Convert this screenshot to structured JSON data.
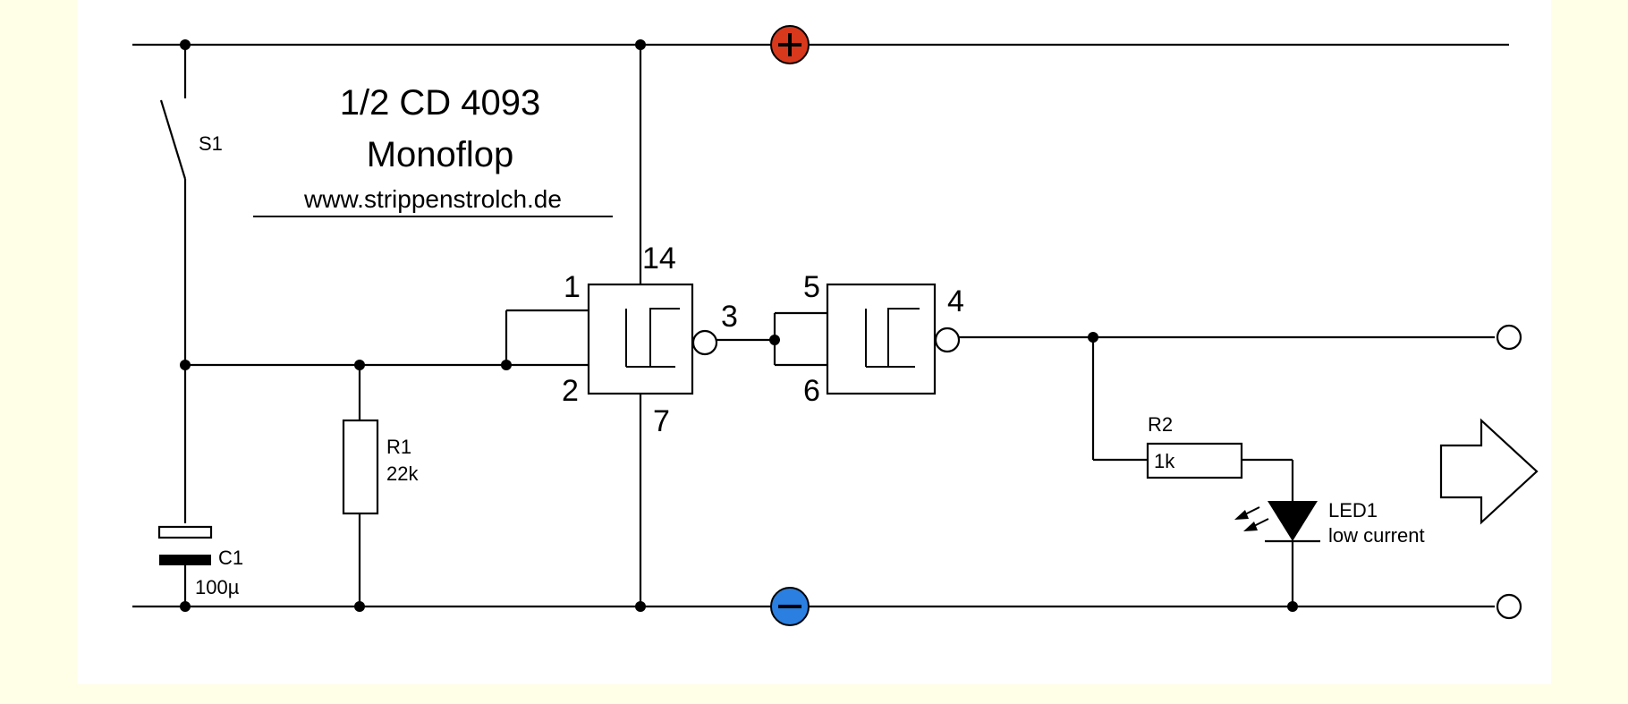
{
  "title": {
    "line1": "1/2 CD 4093",
    "line2": "Monoflop",
    "url": "www.strippenstrolch.de"
  },
  "components": {
    "switch": {
      "ref": "S1"
    },
    "capacitor": {
      "ref": "C1",
      "value": "100µ"
    },
    "resistor1": {
      "ref": "R1",
      "value": "22k"
    },
    "resistor2": {
      "ref": "R2",
      "value": "1k"
    },
    "led": {
      "ref": "LED1",
      "note": "low current"
    }
  },
  "pins": {
    "gate1_in_a": "1",
    "gate1_in_b": "2",
    "gate1_out": "3",
    "supply_vdd": "14",
    "supply_vss": "7",
    "gate2_in_a": "5",
    "gate2_in_b": "6",
    "gate2_out": "4"
  },
  "rails": {
    "plus_symbol": "+",
    "minus_symbol": "−"
  },
  "colors": {
    "background": "#fffee6",
    "panel": "#ffffff",
    "plus_terminal": "#d8381c",
    "minus_terminal": "#2a7fe0"
  }
}
